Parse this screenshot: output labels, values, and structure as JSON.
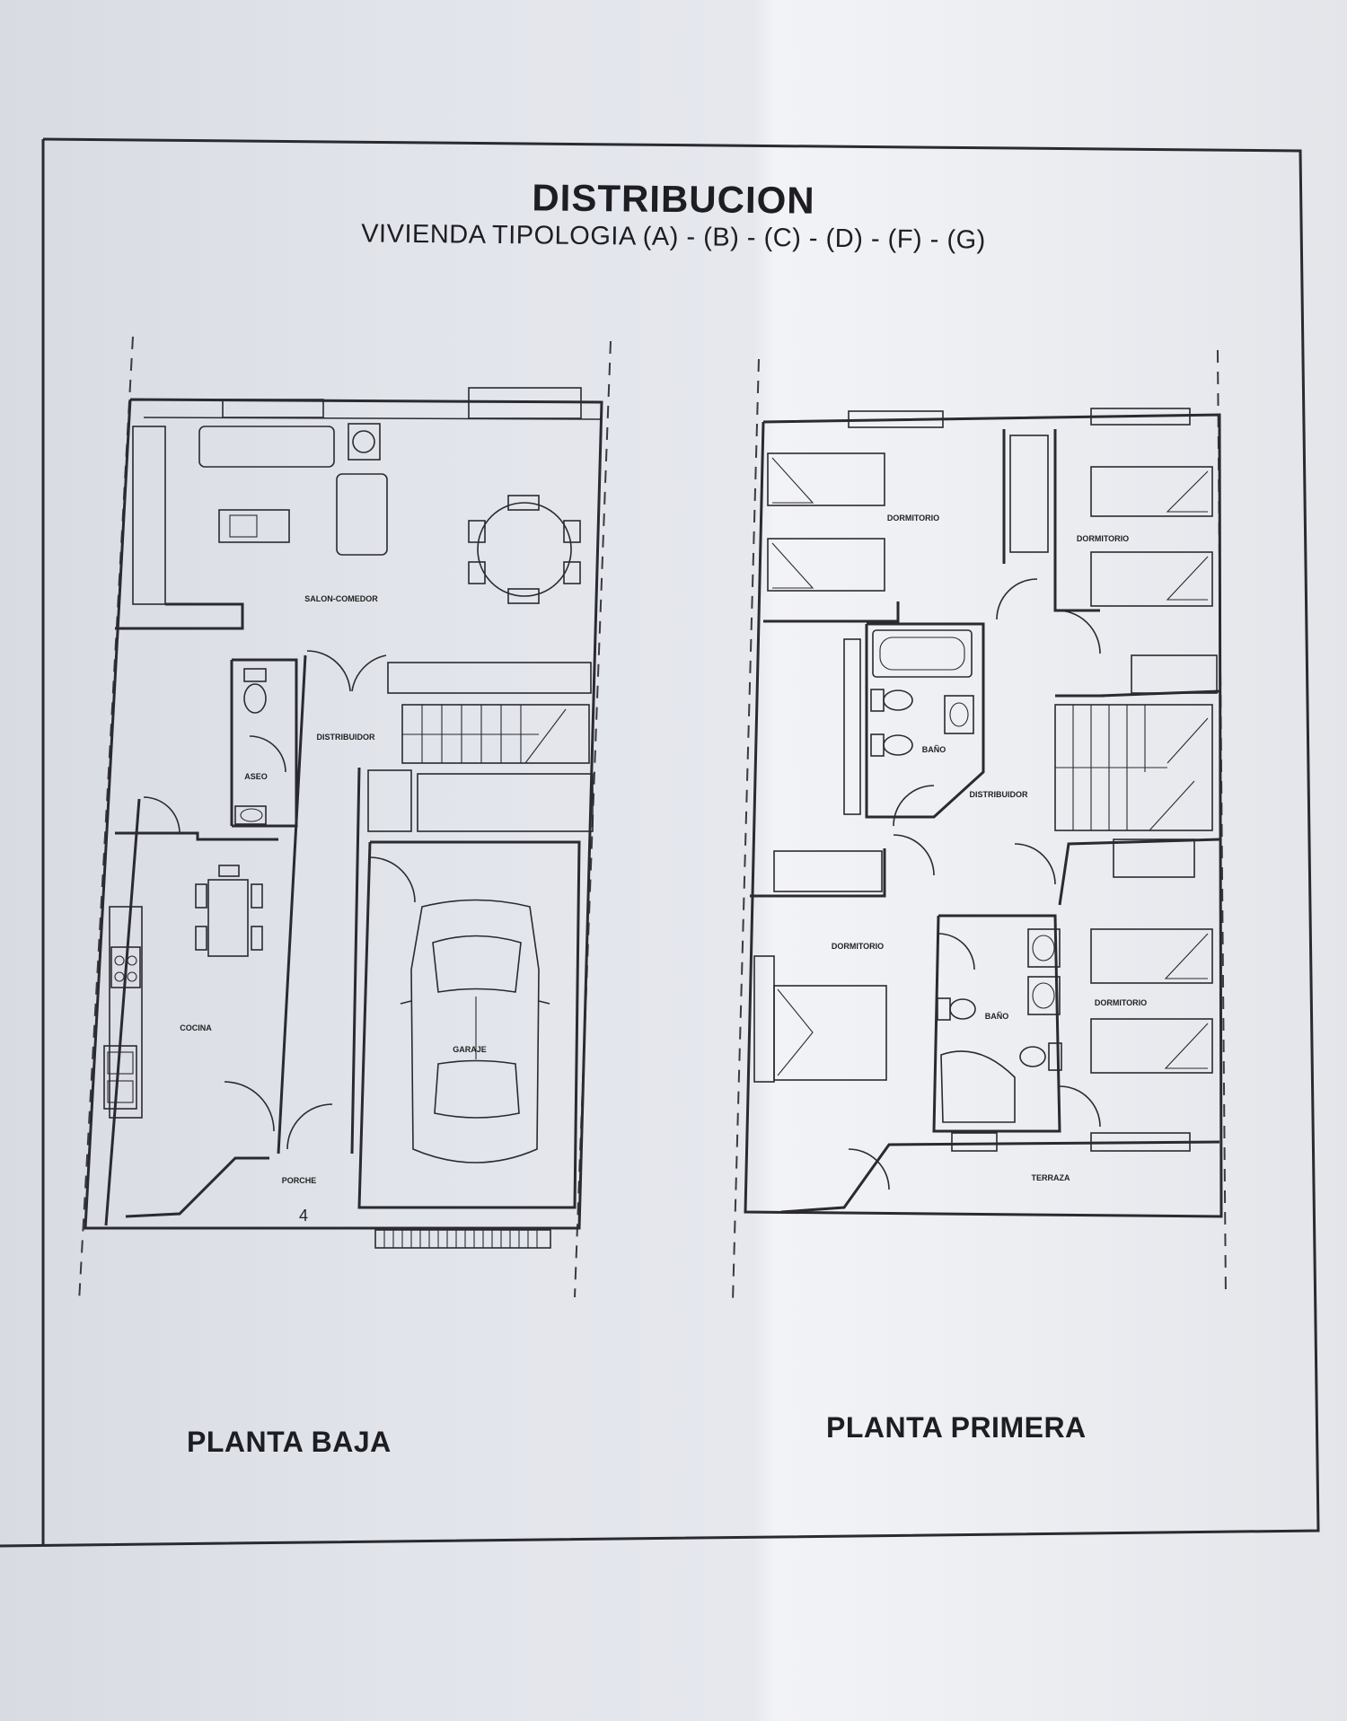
{
  "document": {
    "title": "DISTRIBUCION",
    "subtitle": "VIVIENDA TIPOLOGIA (A) - (B) - (C) - (D) - (F) - (G)"
  },
  "plans": {
    "ground": {
      "label": "PLANTA BAJA",
      "rooms": {
        "salon": "SALON-COMEDOR",
        "distribuidor": "DISTRIBUIDOR",
        "aseo": "ASEO",
        "cocina": "COCINA",
        "garaje": "GARAJE",
        "porche": "PORCHE"
      },
      "marker": "4"
    },
    "first": {
      "label": "PLANTA PRIMERA",
      "rooms": {
        "dormitorio_1": "DORMITORIO",
        "dormitorio_2": "DORMITORIO",
        "bano_1": "BAÑO",
        "distribuidor": "DISTRIBUIDOR",
        "dormitorio_3": "DORMITORIO",
        "bano_2": "BAÑO",
        "dormitorio_4": "DORMITORIO",
        "terraza": "TERRAZA"
      }
    }
  },
  "colors": {
    "paper": "#e4e6ec",
    "ink": "#2a2a30"
  }
}
